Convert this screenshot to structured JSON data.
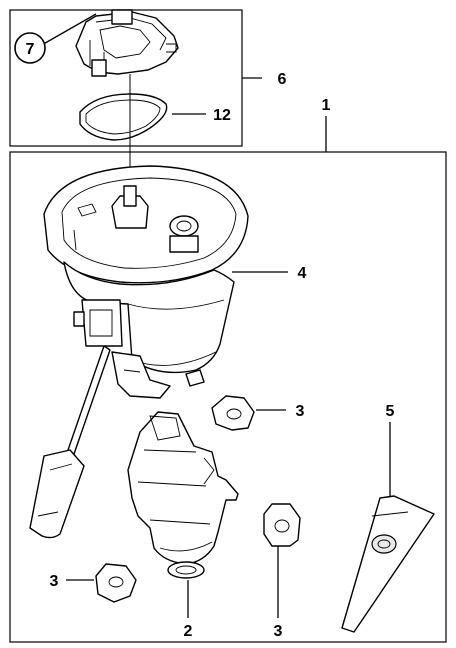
{
  "callouts": {
    "c1": "1",
    "c2": "2",
    "c3a": "3",
    "c3b": "3",
    "c3c": "3",
    "c4": "4",
    "c5": "5",
    "c6": "6",
    "c7": "7",
    "c12": "12"
  }
}
